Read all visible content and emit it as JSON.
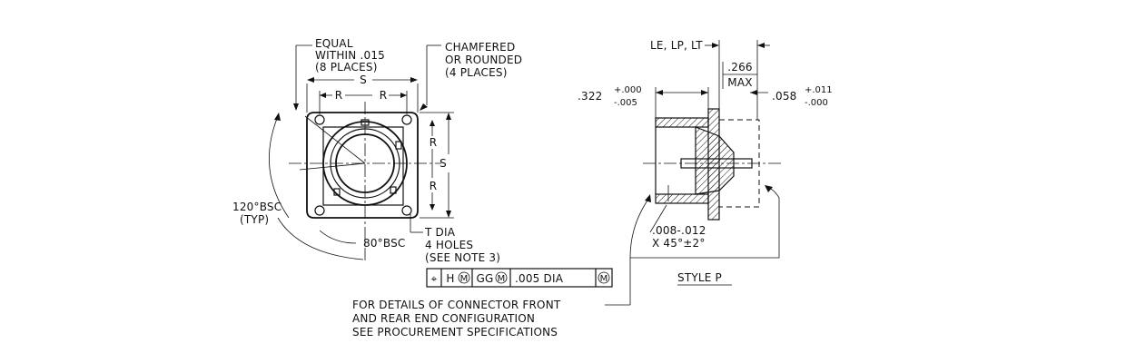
{
  "front_view": {
    "equal_note": [
      "EQUAL",
      "WITHIN .015",
      "(8 PLACES)"
    ],
    "chamfer_note": [
      "CHAMFERED",
      "OR ROUNDED",
      "(4 PLACES)"
    ],
    "dim_s": "S",
    "dim_r": "R",
    "angle_120": "120°BSC",
    "angle_120_typ": "(TYP)",
    "angle_80": "80°BSC",
    "hole_note": [
      "T DIA",
      "4 HOLES",
      "(SEE NOTE 3)"
    ],
    "tolerance_frame": {
      "symbol": "⌖",
      "datum_h": "H",
      "mod1": "M",
      "datum_gg": "GG",
      "mod2": "M",
      "tolerance": ".005 DIA",
      "mod3": "M"
    }
  },
  "side_view": {
    "le_label": "LE, LP, LT",
    "dim_266": ".266",
    "max_label": "MAX",
    "dim_322": ".322",
    "tol_322_plus": "+.000",
    "tol_322_minus": "-.005",
    "dim_058": ".058",
    "tol_058_plus": "+.011",
    "tol_058_minus": "-.000",
    "chamfer_dim": ".008-.012",
    "chamfer_angle": "X 45°±2°",
    "style_label": "STYLE P"
  },
  "details_note": [
    "FOR DETAILS OF CONNECTOR FRONT",
    "AND REAR END CONFIGURATION",
    "SEE PROCUREMENT SPECIFICATIONS"
  ]
}
